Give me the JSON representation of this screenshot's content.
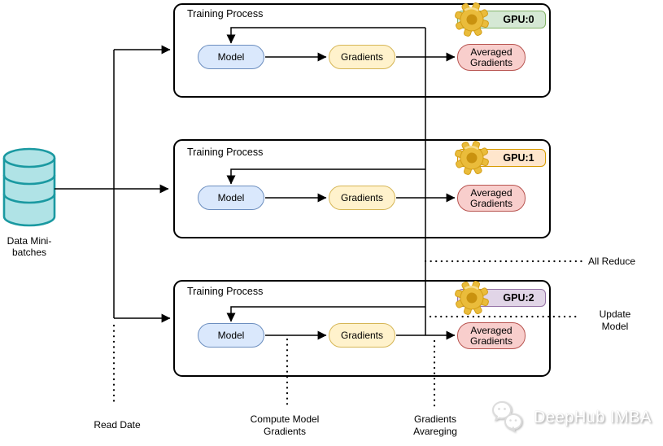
{
  "diagram": {
    "database": {
      "label": "Data Mini-batches"
    },
    "processes": [
      {
        "title": "Training Process",
        "gpu_label": "GPU:0",
        "badge": {
          "bg": "#d5e8d4",
          "border": "#82b366"
        },
        "nodes": {
          "model": "Model",
          "gradients": "Gradients",
          "averaged": "Averaged Gradients"
        }
      },
      {
        "title": "Training Process",
        "gpu_label": "GPU:1",
        "badge": {
          "bg": "#ffe6cc",
          "border": "#d79b00"
        },
        "nodes": {
          "model": "Model",
          "gradients": "Gradients",
          "averaged": "Averaged Gradients"
        }
      },
      {
        "title": "Training Process",
        "gpu_label": "GPU:2",
        "badge": {
          "bg": "#e1d5e7",
          "border": "#9673a6"
        },
        "nodes": {
          "model": "Model",
          "gradients": "Gradients",
          "averaged": "Averaged Gradients"
        }
      }
    ],
    "node_colors": {
      "model_fill": "#dae8fc",
      "model_border": "#6c8ebf",
      "gradients_fill": "#fff2cc",
      "gradients_border": "#d6b656",
      "averaged_fill": "#f8cecc",
      "averaged_border": "#b85450",
      "database_fill": "#b0e3e6",
      "database_border": "#1a99a1",
      "gear_body": "#eabc3b",
      "gear_shade": "#c9920f",
      "gear_outline": "#d39e17"
    },
    "annotations": {
      "all_reduce": "All Reduce",
      "update_model": "Update Model",
      "read_date": "Read Date",
      "compute_model_gradients": "Compute Model Gradients",
      "gradients_averaging": "Gradients Avareging"
    },
    "watermark": {
      "text": "DeepHub IMBA"
    }
  }
}
